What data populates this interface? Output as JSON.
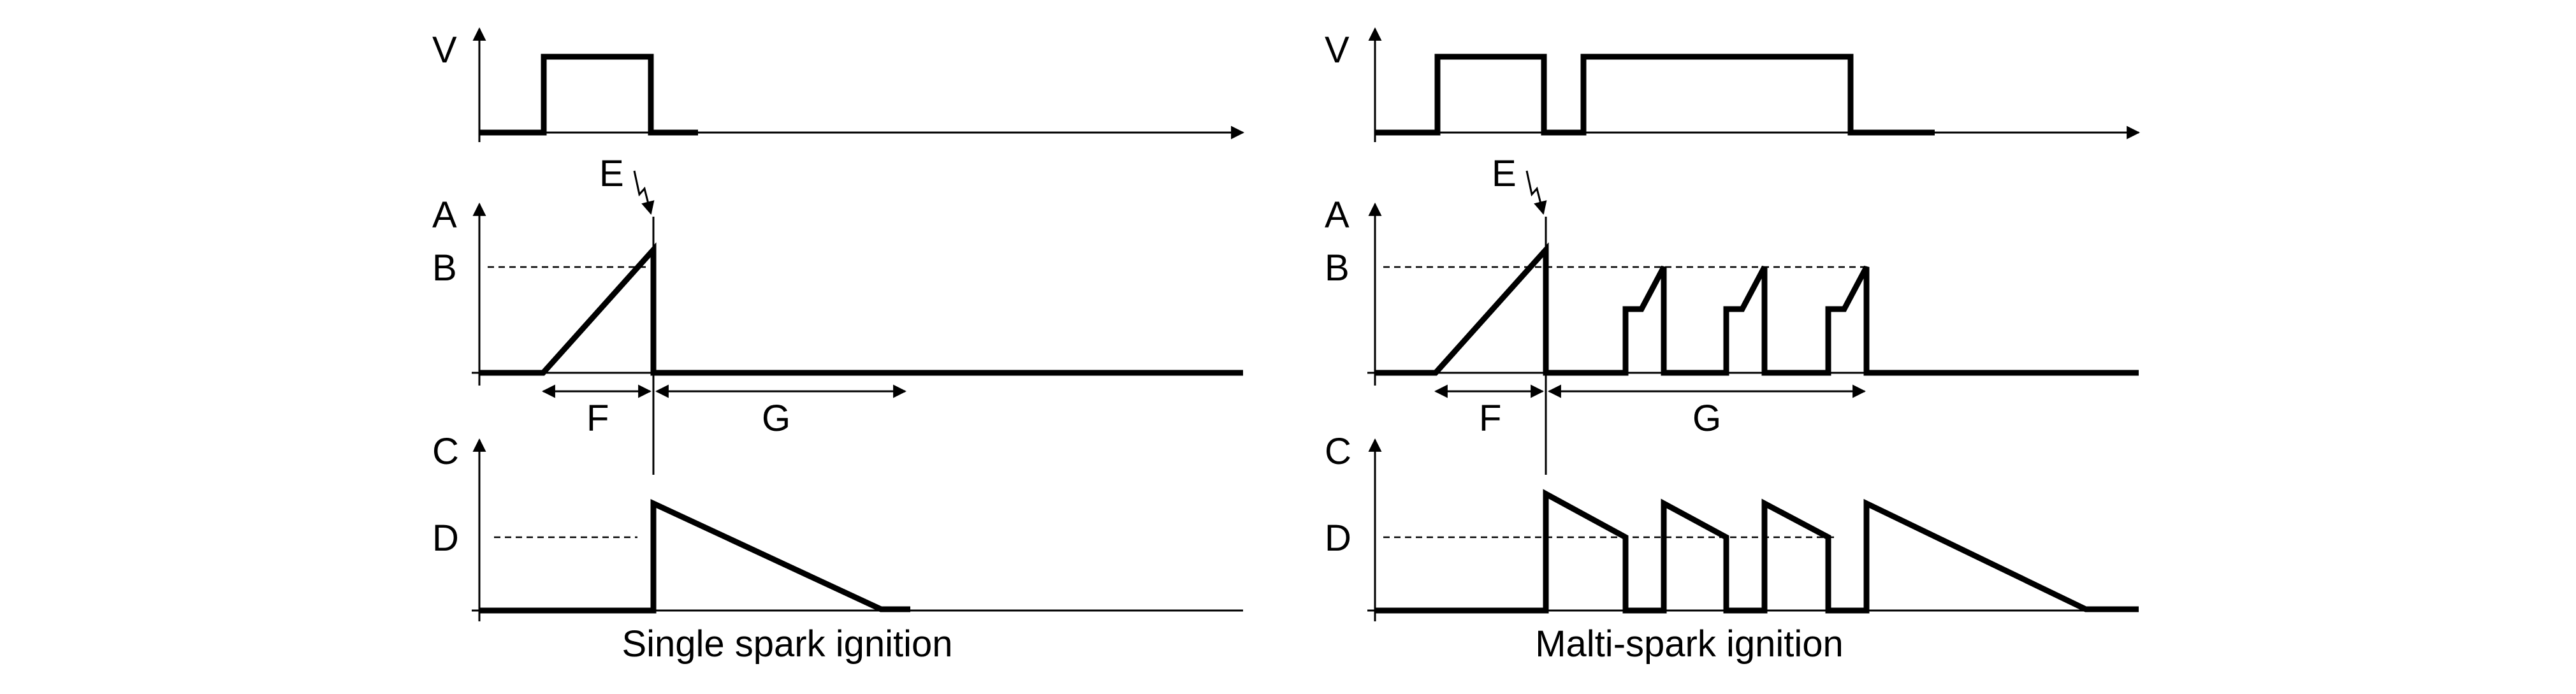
{
  "labels": {
    "v": "V",
    "a": "A",
    "b": "B",
    "c": "C",
    "d": "D",
    "e": "E",
    "f": "F",
    "g": "G"
  },
  "captions": {
    "left": "Single spark ignition",
    "right": "Malti-spark ignition"
  }
}
